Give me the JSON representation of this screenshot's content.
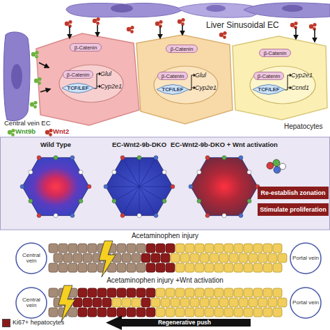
{
  "diagram": {
    "nodes": [
      {
        "text": [
          "β-Catenin"
        ]
      },
      {
        "text": [
          "Glul",
          "Cyp2e1"
        ]
      },
      {
        "text": [
          "β-Catenin"
        ],
        "in": 1
      },
      {
        "text": [
          "TCF/LEF"
        ],
        "in": 1
      },
      {
        "text": [
          "β-Catenin"
        ]
      },
      {
        "text": [
          "Glul",
          "Cyp2e1"
        ]
      },
      {
        "text": [
          "β-Catenin"
        ],
        "in": 5
      },
      {
        "text": [
          "TCF/LEF"
        ],
        "in": 5
      },
      {
        "text": [
          "β-Catenin"
        ]
      },
      {
        "text": [
          "Cyp2e1",
          "Ccnd1"
        ]
      },
      {
        "text": [
          "β-Catenin"
        ],
        "in": 9
      },
      {
        "text": [
          "TCF/LEF"
        ],
        "in": 9
      },
      {
        "text": [
          "Wild Type"
        ]
      },
      {
        "text": [
          "EC-Wnt2-9b-DKO"
        ]
      },
      {
        "text": [
          "EC-Wnt2-9b-DKO + Wnt activation"
        ]
      },
      {
        "text": [
          "Re-establish zonation"
        ]
      },
      {
        "text": [
          "Stimulate proliferation"
        ]
      },
      {
        "text": [
          "Central vein"
        ]
      },
      {
        "text": [
          "Portal vein"
        ]
      },
      {
        "text": [
          "Central vein"
        ]
      },
      {
        "text": [
          "Portal vein"
        ]
      }
    ],
    "labels": [
      "Liver Sinusoidal EC",
      "Central vein EC",
      "Wnt9b",
      "Wnt2",
      "Hepatocytes",
      "Acetaminophen injury",
      "Acetaminophen injury +Wnt activation",
      "Regenerative push"
    ],
    "legend": [
      {
        "text": "Ki67+ hepatocytes",
        "color": "#8b1a1a"
      }
    ]
  }
}
